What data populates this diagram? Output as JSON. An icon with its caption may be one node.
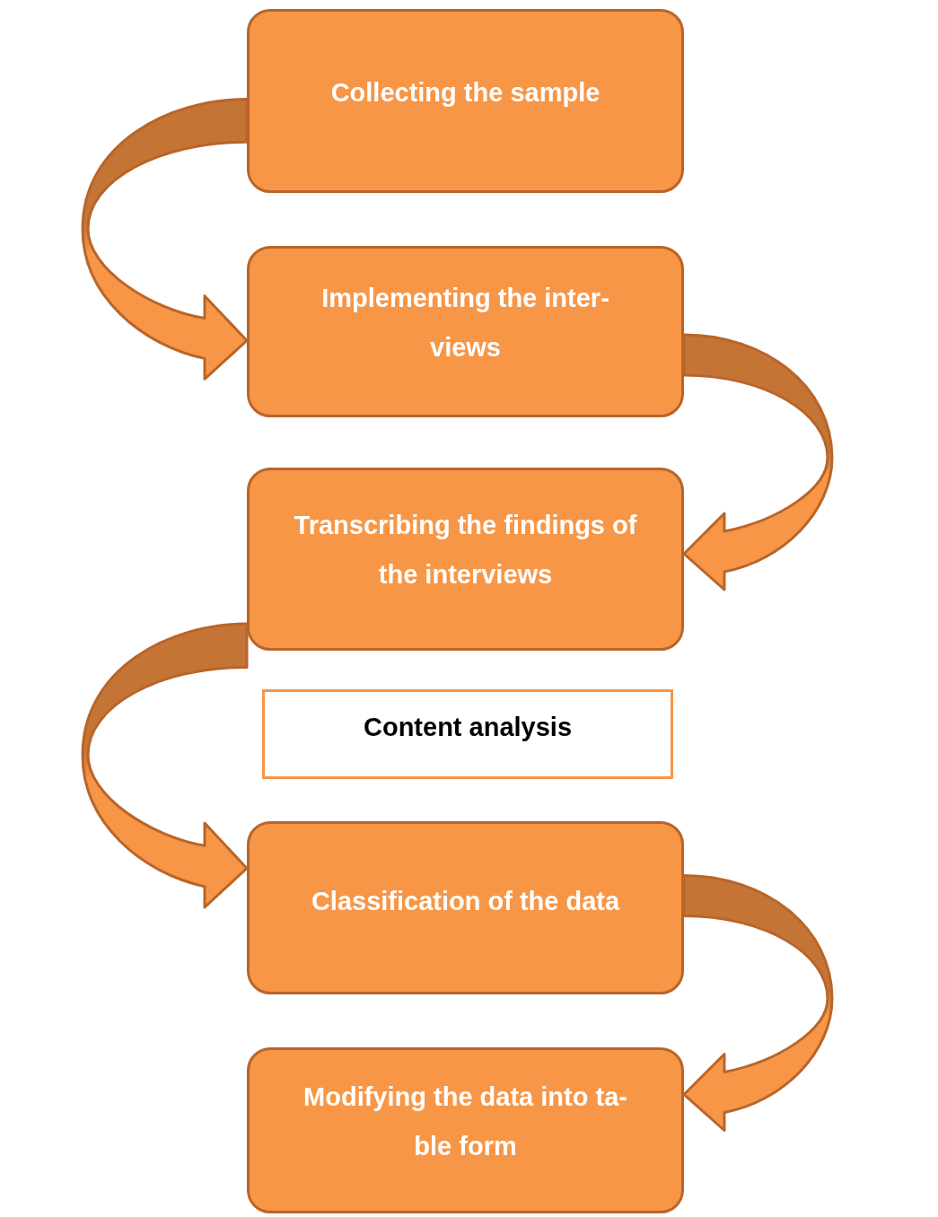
{
  "diagram": {
    "nodes": [
      {
        "text": [
          "Collecting the sample"
        ]
      },
      {
        "text": [
          "Implementing the inter- views"
        ]
      },
      {
        "text": [
          "Transcribing the findings of the interviews"
        ]
      },
      {
        "text": [
          "Content analysis"
        ]
      },
      {
        "text": [
          "Classification of the data"
        ]
      },
      {
        "text": [
          "Modifying the data into ta- ble form"
        ]
      }
    ],
    "edges": [
      {
        "from": 0,
        "to": 1,
        "arrow": "to"
      },
      {
        "from": 1,
        "to": 2,
        "arrow": "to"
      },
      {
        "from": 2,
        "to": 4,
        "arrow": "to"
      },
      {
        "from": 4,
        "to": 5,
        "arrow": "to"
      }
    ]
  }
}
